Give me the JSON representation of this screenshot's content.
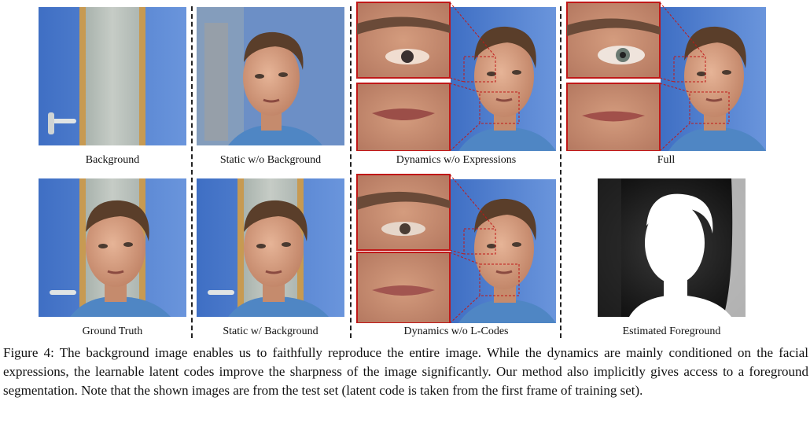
{
  "figure": {
    "panels": [
      {
        "id": "background",
        "label": "Background"
      },
      {
        "id": "static-wo-bg",
        "label": "Static w/o Background"
      },
      {
        "id": "dyn-wo-expr",
        "label": "Dynamics w/o Expressions"
      },
      {
        "id": "full",
        "label": "Full"
      },
      {
        "id": "ground-truth",
        "label": "Ground Truth"
      },
      {
        "id": "static-w-bg",
        "label": "Static w/ Background"
      },
      {
        "id": "dyn-wo-lcodes",
        "label": "Dynamics w/o L-Codes"
      },
      {
        "id": "est-fg",
        "label": "Estimated Foreground"
      }
    ],
    "caption": "Figure 4: The background image enables us to faithfully reproduce the entire image. While the dynamics are mainly conditioned on the facial expressions, the learnable latent codes improve the sharpness of the image significantly. Our method also implicitly gives access to a foreground segmentation. Note that the shown images are from the test set (latent code is taken from the first frame of training set)."
  },
  "colors": {
    "wall": "#4f7fd0",
    "door": "#b8c0b8",
    "frame": "#c79a52",
    "skin": "#d9a486",
    "hair": "#5a3e2a",
    "shirt": "#4f86c4",
    "zoom_border": "#c01818"
  }
}
